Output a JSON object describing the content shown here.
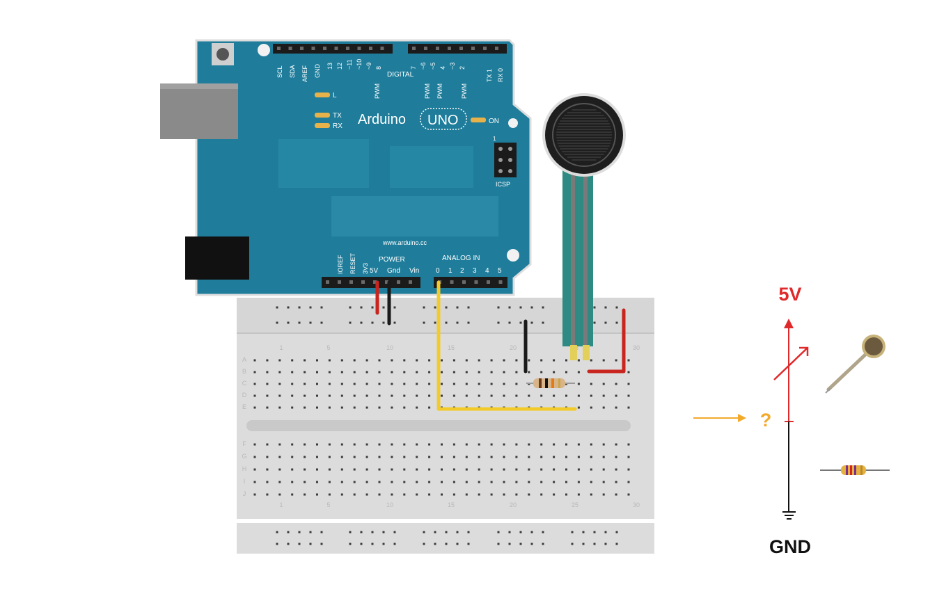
{
  "board": {
    "header_pins_top": [
      "SCL",
      "SDA",
      "AREF",
      "GND",
      "13",
      "12",
      "~11",
      "~10",
      "~9",
      "8",
      "7",
      "~6",
      "~5",
      "4",
      "~3",
      "2",
      "TX 1",
      "RX 0"
    ],
    "digital_label": "DIGITAL",
    "pwm_label": "PWM",
    "led_l": "L",
    "led_tx": "TX",
    "led_rx": "RX",
    "brand": "Arduino",
    "model": "UNO",
    "on_label": "ON",
    "icsp_label": "ICSP",
    "icsp_pin1": "1",
    "website": "www.arduino.cc",
    "power_label": "POWER",
    "power_pins": [
      "IOREF",
      "RESET",
      "3V3",
      "5V",
      "Gnd",
      "Vin"
    ],
    "analog_label": "ANALOG IN",
    "analog_pins": [
      "0",
      "1",
      "2",
      "3",
      "4",
      "5"
    ]
  },
  "breadboard": {
    "column_numbers": [
      "1",
      "5",
      "10",
      "15",
      "20",
      "25",
      "30"
    ],
    "rows_top": [
      "A",
      "B",
      "C",
      "D",
      "E"
    ],
    "rows_bottom": [
      "F",
      "G",
      "H",
      "I",
      "J"
    ]
  },
  "schematic": {
    "top_label": "5V",
    "bottom_label": "GND",
    "junction_label": "?",
    "colors": {
      "supply": "#e0292b",
      "ground": "#111111",
      "probe": "#f3a92a"
    }
  }
}
